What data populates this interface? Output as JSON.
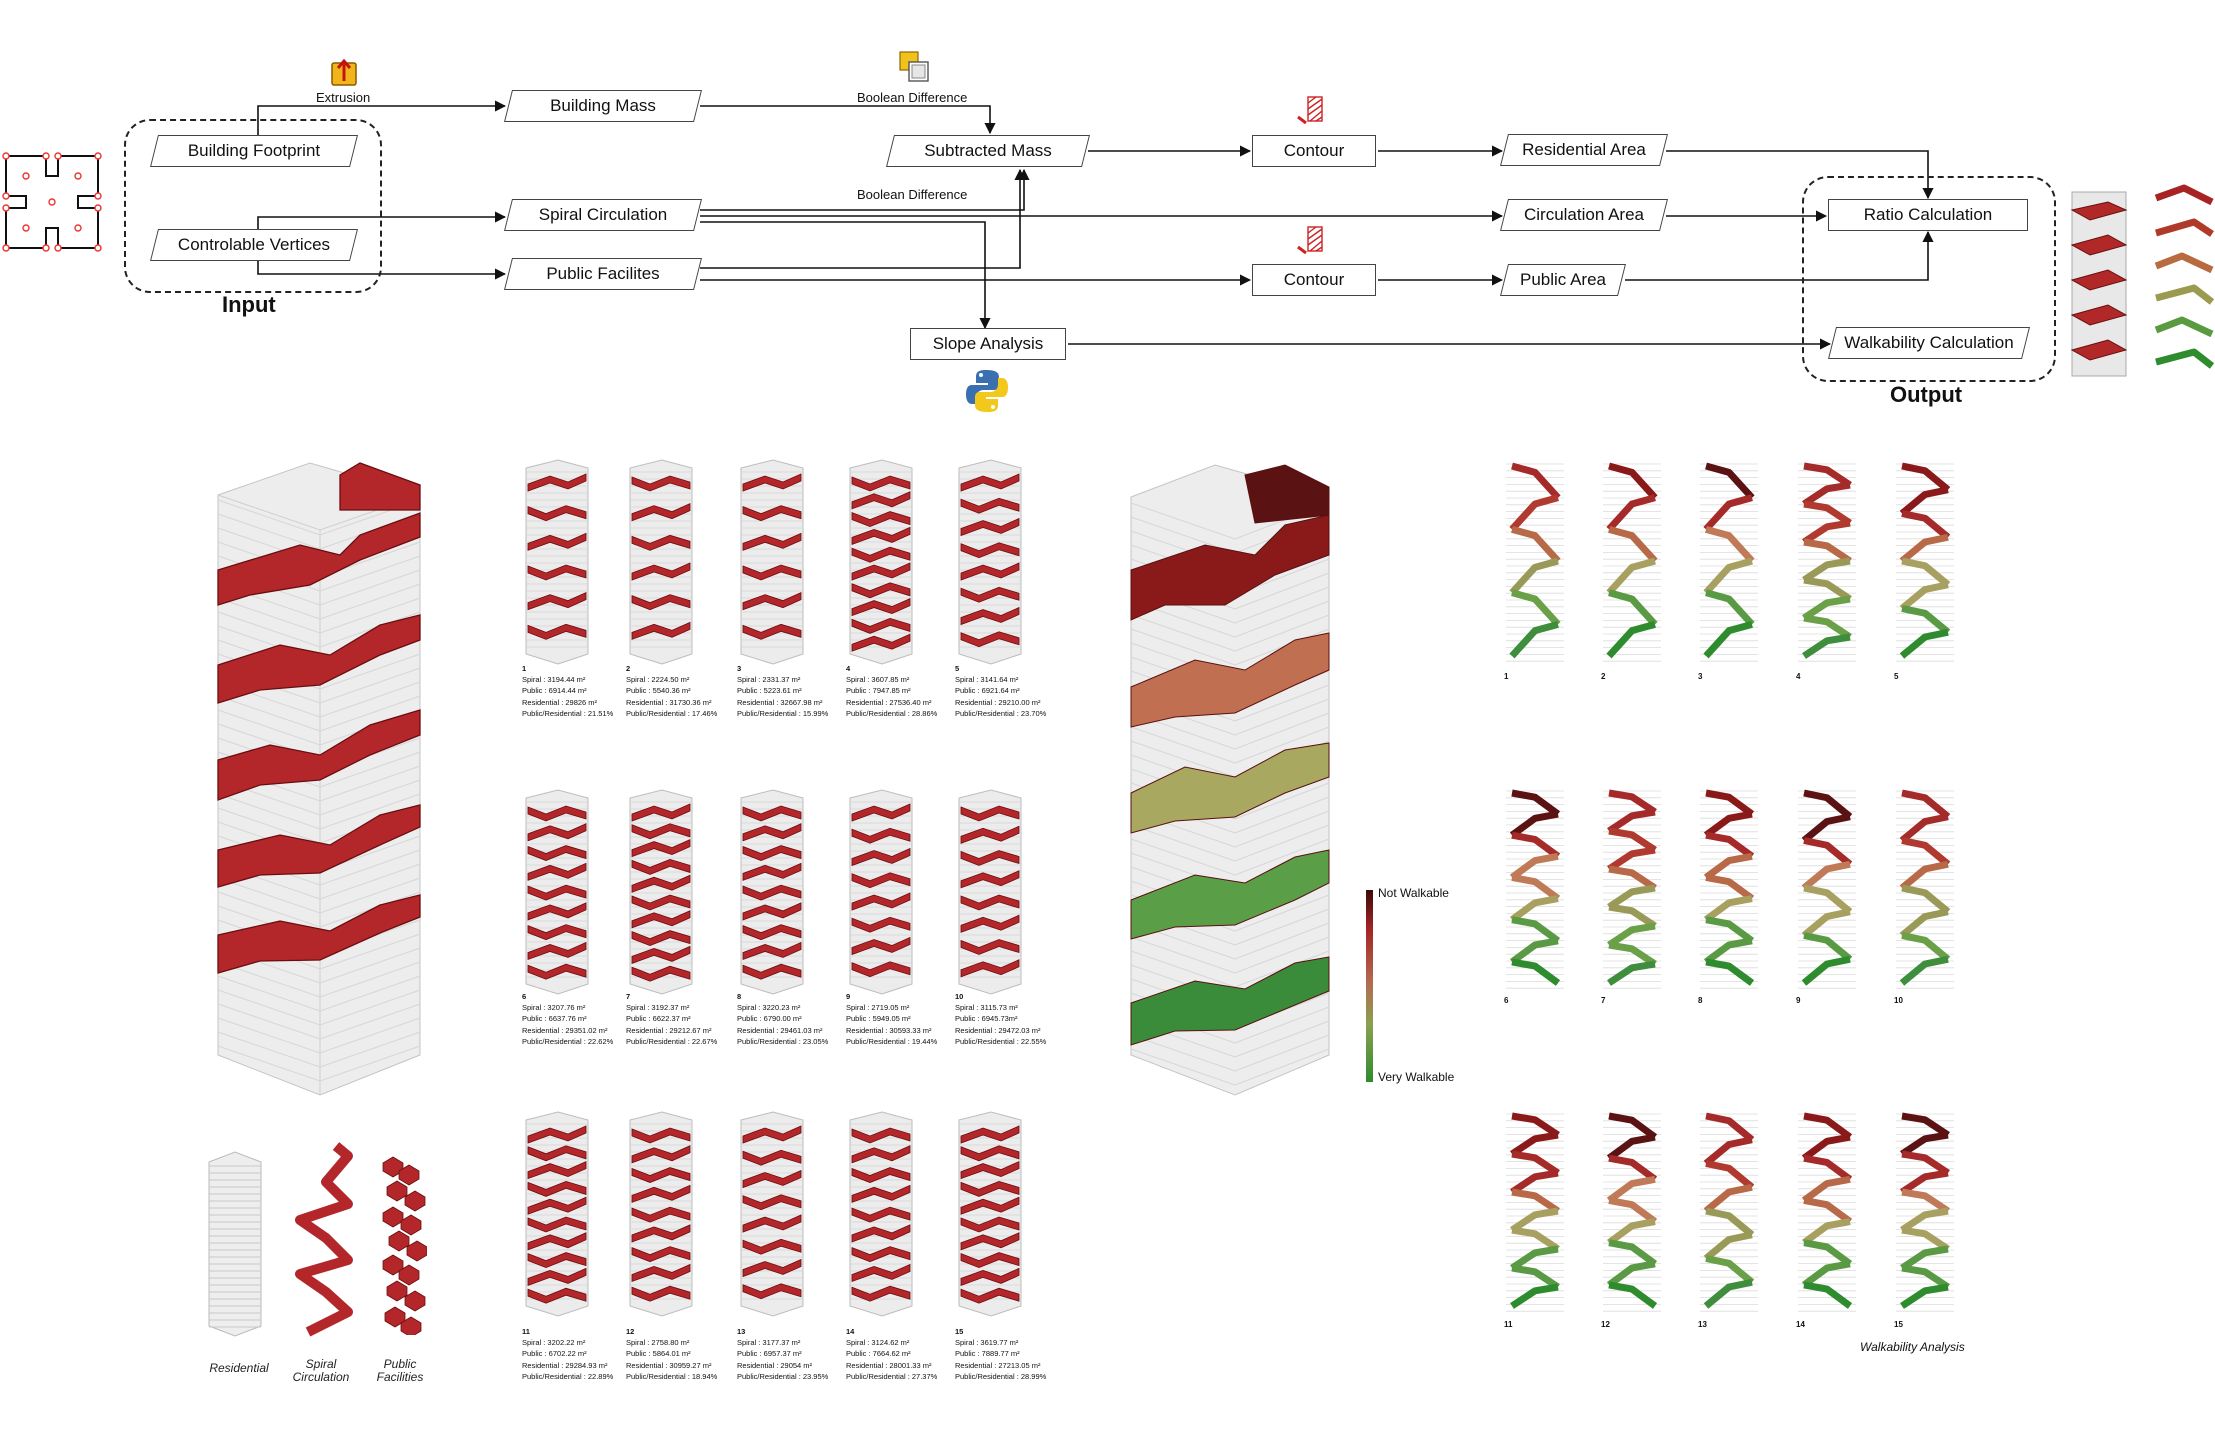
{
  "flow": {
    "nodes": {
      "footprint": "Building Footprint",
      "vertices": "Controlable Vertices",
      "mass": "Building Mass",
      "spiral": "Spiral Circulation",
      "public": "Public Facilites",
      "subtracted": "Subtracted Mass",
      "slope": "Slope Analysis",
      "contour1": "Contour",
      "contour2": "Contour",
      "residential_area": "Residential Area",
      "circulation_area": "Circulation Area",
      "public_area": "Public Area",
      "ratio": "Ratio Calculation",
      "walkability": "Walkability Calculation"
    },
    "edge_labels": {
      "extrusion": "Extrusion",
      "boolean1": "Boolean Difference",
      "boolean2": "Boolean Difference"
    },
    "group_labels": {
      "input": "Input",
      "output": "Output"
    }
  },
  "component_labels": {
    "residential": "Residential",
    "spiral_l1": "Spiral",
    "spiral_l2": "Circulation",
    "public_l1": "Public",
    "public_l2": "Facilities"
  },
  "legend": {
    "top": "Not Walkable",
    "bottom": "Very Walkable",
    "colors": [
      "#4a0a0a",
      "#a02222",
      "#b8804a",
      "#8aa050",
      "#2e8c2e"
    ]
  },
  "walkability_title": "Walkability Analysis",
  "variants": [
    {
      "n": "1",
      "spiral": "Spiral : 3194.44 m²",
      "public": "Public : 6914.44 m²",
      "residential": "Residential : 29826 m²",
      "ratio": "Public/Residential : 21.51%"
    },
    {
      "n": "2",
      "spiral": "Spiral : 2224.50 m²",
      "public": "Public : 5540.36 m²",
      "residential": "Residential : 31730.36 m²",
      "ratio": "Public/Residential : 17.46%"
    },
    {
      "n": "3",
      "spiral": "Spiral : 2331.37 m²",
      "public": "Public : 5223.61 m²",
      "residential": "Residential : 32667.98 m²",
      "ratio": "Public/Residential : 15.99%"
    },
    {
      "n": "4",
      "spiral": "Spiral : 3607.85 m²",
      "public": "Public : 7947.85 m²",
      "residential": "Residential : 27536.40 m²",
      "ratio": "Public/Residential : 28.86%"
    },
    {
      "n": "5",
      "spiral": "Spiral : 3141.64 m²",
      "public": "Public : 6921.64 m²",
      "residential": "Residential : 29210.00 m²",
      "ratio": "Public/Residential : 23.70%"
    },
    {
      "n": "6",
      "spiral": "Spiral : 3207.76 m²",
      "public": "Public : 6637.76 m²",
      "residential": "Residential : 29351.02 m²",
      "ratio": "Public/Residential : 22.62%"
    },
    {
      "n": "7",
      "spiral": "Spiral : 3192.37 m²",
      "public": "Public : 6622.37 m²",
      "residential": "Residential : 29212.67 m²",
      "ratio": "Public/Residential : 22.67%"
    },
    {
      "n": "8",
      "spiral": "Spiral : 3220.23 m²",
      "public": "Public : 6790.00 m²",
      "residential": "Residential : 29461.03 m²",
      "ratio": "Public/Residential : 23.05%"
    },
    {
      "n": "9",
      "spiral": "Spiral : 2719.05 m²",
      "public": "Public : 5949.05 m²",
      "residential": "Residential : 30593.33 m²",
      "ratio": "Public/Residential : 19.44%"
    },
    {
      "n": "10",
      "spiral": "Spiral : 3115.73 m²",
      "public": "Public : 6945.73m²",
      "residential": "Residential : 29472.03 m²",
      "ratio": "Public/Residential : 22.55%"
    },
    {
      "n": "11",
      "spiral": "Spiral : 3202.22 m²",
      "public": "Public : 6702.22 m²",
      "residential": "Residential : 29284.93 m²",
      "ratio": "Public/Residential : 22.89%"
    },
    {
      "n": "12",
      "spiral": "Spiral : 2758.80 m²",
      "public": "Public : 5864.01 m²",
      "residential": "Residential : 30959.27 m²",
      "ratio": "Public/Residential : 18.94%"
    },
    {
      "n": "13",
      "spiral": "Spiral : 3177.37 m²",
      "public": "Public : 6957.37 m²",
      "residential": "Residential : 29054 m²",
      "ratio": "Public/Residential : 23.95%"
    },
    {
      "n": "14",
      "spiral": "Spiral : 3124.62 m²",
      "public": "Public : 7664.62 m²",
      "residential": "Residential : 28001.33 m²",
      "ratio": "Public/Residential : 27.37%"
    },
    {
      "n": "15",
      "spiral": "Spiral : 3619.77 m²",
      "public": "Public : 7889.77 m²",
      "residential": "Residential : 27213.05 m²",
      "ratio": "Public/Residential : 28.99%"
    }
  ],
  "icons": {
    "extrusion": "extrusion-icon",
    "boolean": "boolean-difference-icon",
    "contour": "contour-icon",
    "python": "python-icon"
  }
}
